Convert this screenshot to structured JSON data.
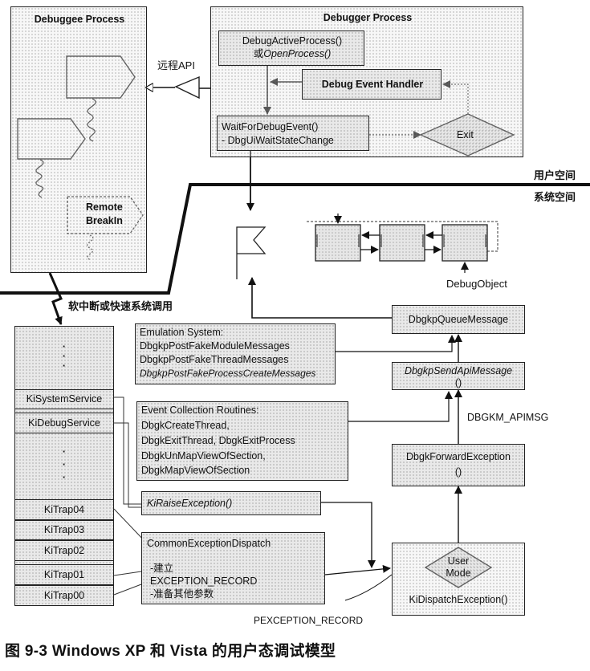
{
  "debuggee": {
    "title": "Debuggee Process",
    "remote_breakin": [
      "Remote",
      "BreakIn"
    ]
  },
  "remote_api_label": "远程API",
  "debugger": {
    "title": "Debugger Process",
    "attach_line1": "DebugActiveProcess()",
    "attach_line2_prefix": "或",
    "attach_line2_func": "OpenProcess()",
    "event_handler": "Debug Event Handler",
    "wait_line1": "WaitForDebugEvent()",
    "wait_line2": "- DbgUiWaitStateChange",
    "exit": "Exit"
  },
  "user_space": "用户空间",
  "system_space": "系统空间",
  "debug_object": "DebugObject",
  "syscall_label": "软中断或快速系统调用",
  "kernel_table": {
    "dots": "·",
    "ki_system_service": "KiSystemService",
    "ki_debug_service": "KiDebugService",
    "traps": [
      "KiTrap04",
      "KiTrap03",
      "KiTrap02",
      "KiTrap01",
      "KiTrap00"
    ]
  },
  "emulation": {
    "title": "Emulation System:",
    "lines": [
      "DbgkpPostFakeModuleMessages",
      "DbgkpPostFakeThreadMessages",
      "DbgkpPostFakeProcessCreateMessages"
    ]
  },
  "event_collection": {
    "title": "Event Collection Routines:",
    "lines": [
      "DbgkCreateThread,",
      "DbgkExitThread, DbgkExitProcess",
      "DbgkUnMapViewOfSection,",
      "DbgkMapViewOfSection"
    ]
  },
  "raise_exception": "KiRaiseException()",
  "common_dispatch": {
    "title": "CommonExceptionDispatch",
    "lines": [
      "-建立",
      "EXCEPTION_RECORD",
      "-准备其他参数"
    ]
  },
  "queue_message": "DbgkpQueueMessage",
  "send_api_message": [
    "DbgkpSendApiMessage",
    "()"
  ],
  "apimsg_label": "DBGKM_APIMSG",
  "forward_exception": [
    "DbgkForwardException",
    "()"
  ],
  "dispatch": {
    "user_mode": [
      "User",
      "Mode"
    ],
    "name": "KiDispatchException()"
  },
  "pexception_record": "PEXCEPTION_RECORD",
  "caption": "图 9-3   Windows XP 和 Vista 的用户态调试模型"
}
